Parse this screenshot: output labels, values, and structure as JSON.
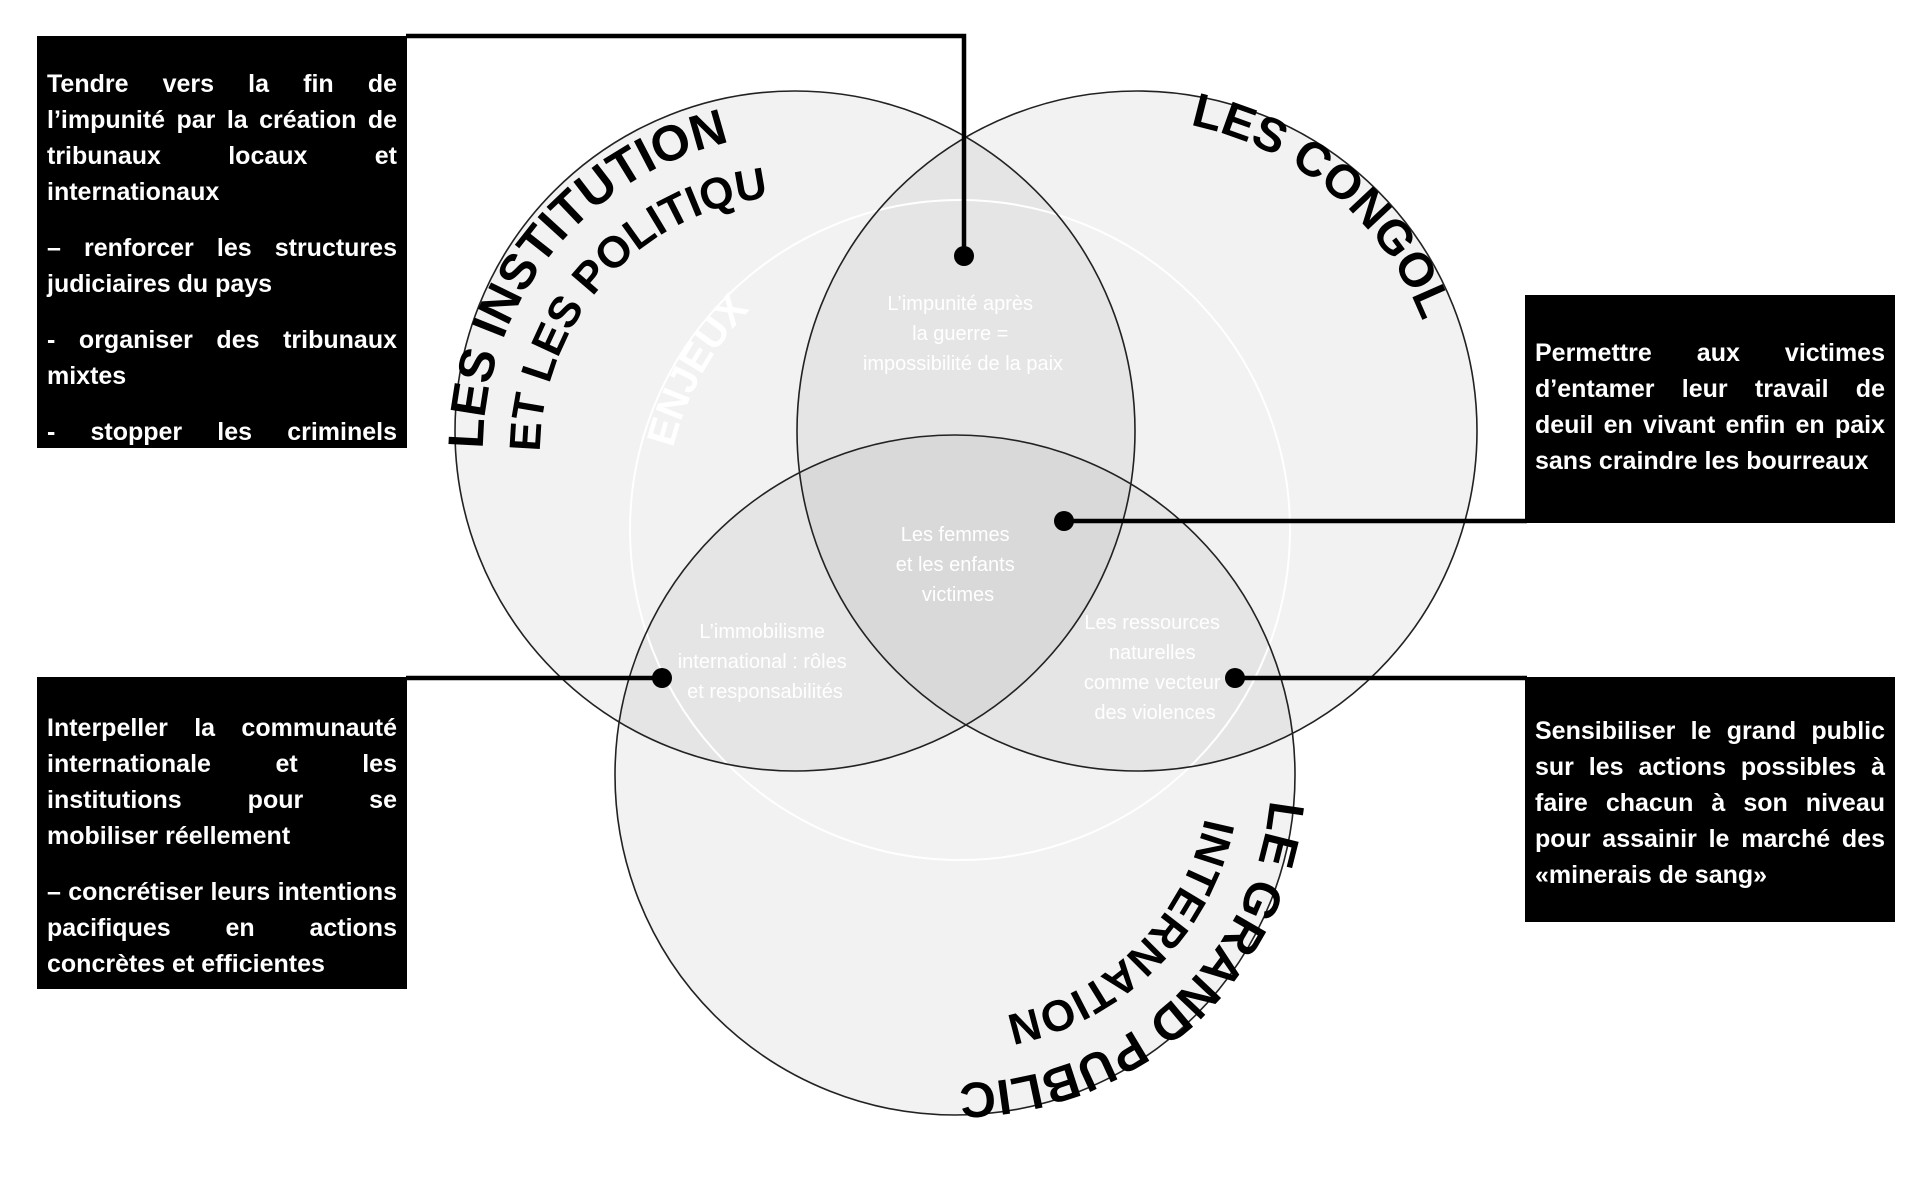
{
  "circles": {
    "top_left_label_line1": "LES INSTITUTIONS",
    "top_left_label_line2": "ET LES POLITIQUES",
    "top_right_label": "LES CONGOLAIS",
    "bottom_label_line1": "LE GRAND PUBLIC",
    "bottom_label_line2": "INTERNATIONAL",
    "inner_ring_label": "ENJEUX"
  },
  "zones": {
    "top_intersection": [
      "L’impunité après",
      "la guerre =",
      "impossibilité de la paix"
    ],
    "center": [
      "Les femmes",
      "et les enfants",
      "victimes"
    ],
    "left_intersection": [
      "L’immobilisme",
      "international : rôles",
      "et responsabilités"
    ],
    "right_intersection": [
      "Les ressources",
      "naturelles",
      "comme vecteur",
      "des violences"
    ]
  },
  "boxes": {
    "top_left": [
      "Tendre vers la fin de l’impunité par la création de tribunaux locaux et internationaux",
      "– renforcer les structures judiciaires du pays",
      "- organiser des tribunaux mixtes",
      "- stopper les criminels toujours en activité"
    ],
    "bottom_left": [
      "Interpeller la communauté internationale et les institutions pour se mobiliser réellement",
      "– concrétiser leurs intentions pacifiques en actions concrètes et efficientes"
    ],
    "top_right": [
      "Permettre aux victimes d’entamer leur travail de deuil en vivant enfin en paix sans craindre les bourreaux"
    ],
    "bottom_right": [
      "Sensibiliser le grand public sur les actions possibles à faire chacun à son niveau pour assainir le marché des «minerais de sang»"
    ]
  },
  "colors": {
    "circle_fill": "#f0f0f0",
    "outline": "#222222",
    "box_background": "#000000",
    "box_text": "#ffffff"
  }
}
